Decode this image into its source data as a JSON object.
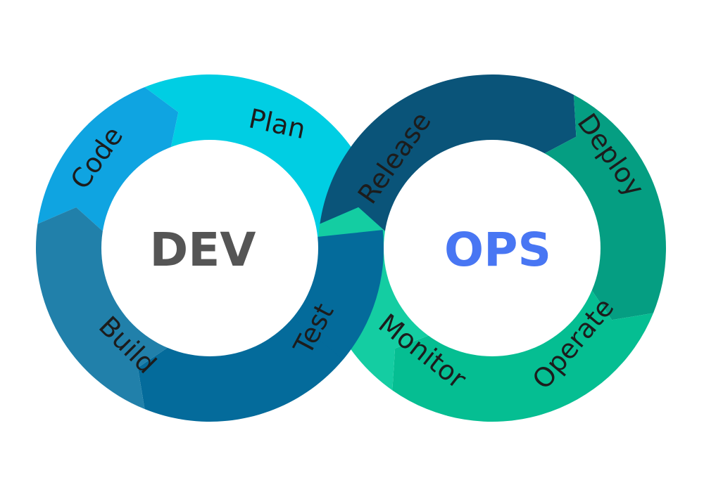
{
  "dev_ring": {
    "hub": {
      "text": "DEV",
      "color": "#555555"
    },
    "segments": [
      {
        "key": "code",
        "label": "Code",
        "color": "#0fa4e1"
      },
      {
        "key": "plan",
        "label": "Plan",
        "color": "#00cee3"
      },
      {
        "key": "test",
        "label": "Test",
        "color": "#046b9b"
      },
      {
        "key": "build",
        "label": "Build",
        "color": "#2180aa"
      }
    ]
  },
  "ops_ring": {
    "hub": {
      "text": "OPS",
      "color": "#4876f3"
    },
    "segments": [
      {
        "key": "release",
        "label": "Release",
        "color": "#0a5479"
      },
      {
        "key": "deploy",
        "label": "Deploy",
        "color": "#059e82"
      },
      {
        "key": "operate",
        "label": "Operate",
        "color": "#05be92"
      },
      {
        "key": "monitor",
        "label": "Monitor",
        "color": "#14cda2"
      }
    ]
  },
  "background": "#ffffff"
}
